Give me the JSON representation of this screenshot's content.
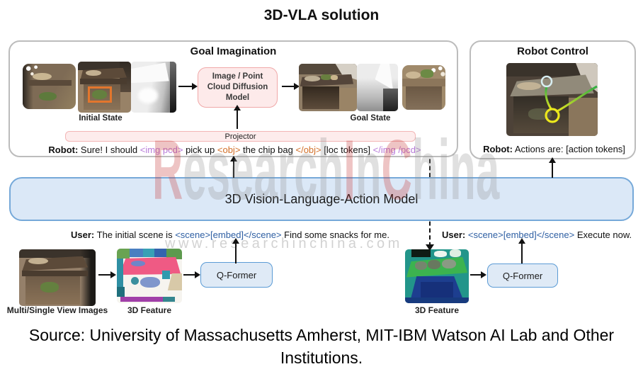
{
  "title": "3D-VLA solution",
  "watermark": {
    "brand_segments": [
      {
        "t": "R"
      },
      {
        "t": "esearch"
      },
      {
        "t": "I"
      },
      {
        "t": "n"
      },
      {
        "t": "C"
      },
      {
        "t": "hina"
      }
    ],
    "url": "www.researchinchina.com"
  },
  "goal_imagination": {
    "title": "Goal Imagination",
    "initial_state_label": "Initial State",
    "goal_state_label": "Goal State",
    "diffusion_box_label": "Image / Point Cloud Diffusion Model",
    "projector_label": "Projector",
    "robot_line": {
      "segments": [
        {
          "t": "Robot:"
        },
        {
          "t": " Sure! I should "
        },
        {
          "t": "<img pcd>"
        },
        {
          "t": " pick up "
        },
        {
          "t": "<obj>"
        },
        {
          "t": " the chip bag "
        },
        {
          "t": "</obj>"
        },
        {
          "t": " [loc tokens] "
        },
        {
          "t": "</img /pcd>"
        }
      ]
    }
  },
  "robot_control": {
    "title": "Robot Control",
    "robot_line": {
      "segments": [
        {
          "t": "Robot:"
        },
        {
          "t": " Actions are: [action tokens]"
        }
      ]
    }
  },
  "vla_model": {
    "label": "3D Vision-Language-Action Model"
  },
  "bottom_left": {
    "user_line": {
      "segments": [
        {
          "t": "User:"
        },
        {
          "t": " The initial scene is "
        },
        {
          "t": "<scene>[embed]</scene>"
        },
        {
          "t": " Find some snacks for me."
        }
      ]
    },
    "images_label": "Multi/Single View Images",
    "feature_label": "3D Feature",
    "qformer_label": "Q-Former"
  },
  "bottom_right": {
    "user_line": {
      "segments": [
        {
          "t": "User:"
        },
        {
          "t": " <scene>[embed]</scene>"
        },
        {
          "t": " Execute now."
        }
      ]
    },
    "feature_label": "3D Feature",
    "qformer_label": "Q-Former"
  },
  "source": {
    "line1": "Source: University of Massachusetts Amherst, MIT-IBM Watson AI Lab and Other",
    "line2": "Institutions."
  },
  "colors": {
    "token_purple": "#b77bd9",
    "token_orange": "#d2702a",
    "token_blue": "#2e5fa3",
    "pink_fill": "#fdeaea",
    "pink_border": "#f0a8a8",
    "vla_fill": "#dbe8f7",
    "vla_border": "#76a9d9",
    "qformer_fill": "#dfeaf6",
    "qformer_border": "#5b9bd5",
    "highlight_orange": "#e2762d"
  }
}
